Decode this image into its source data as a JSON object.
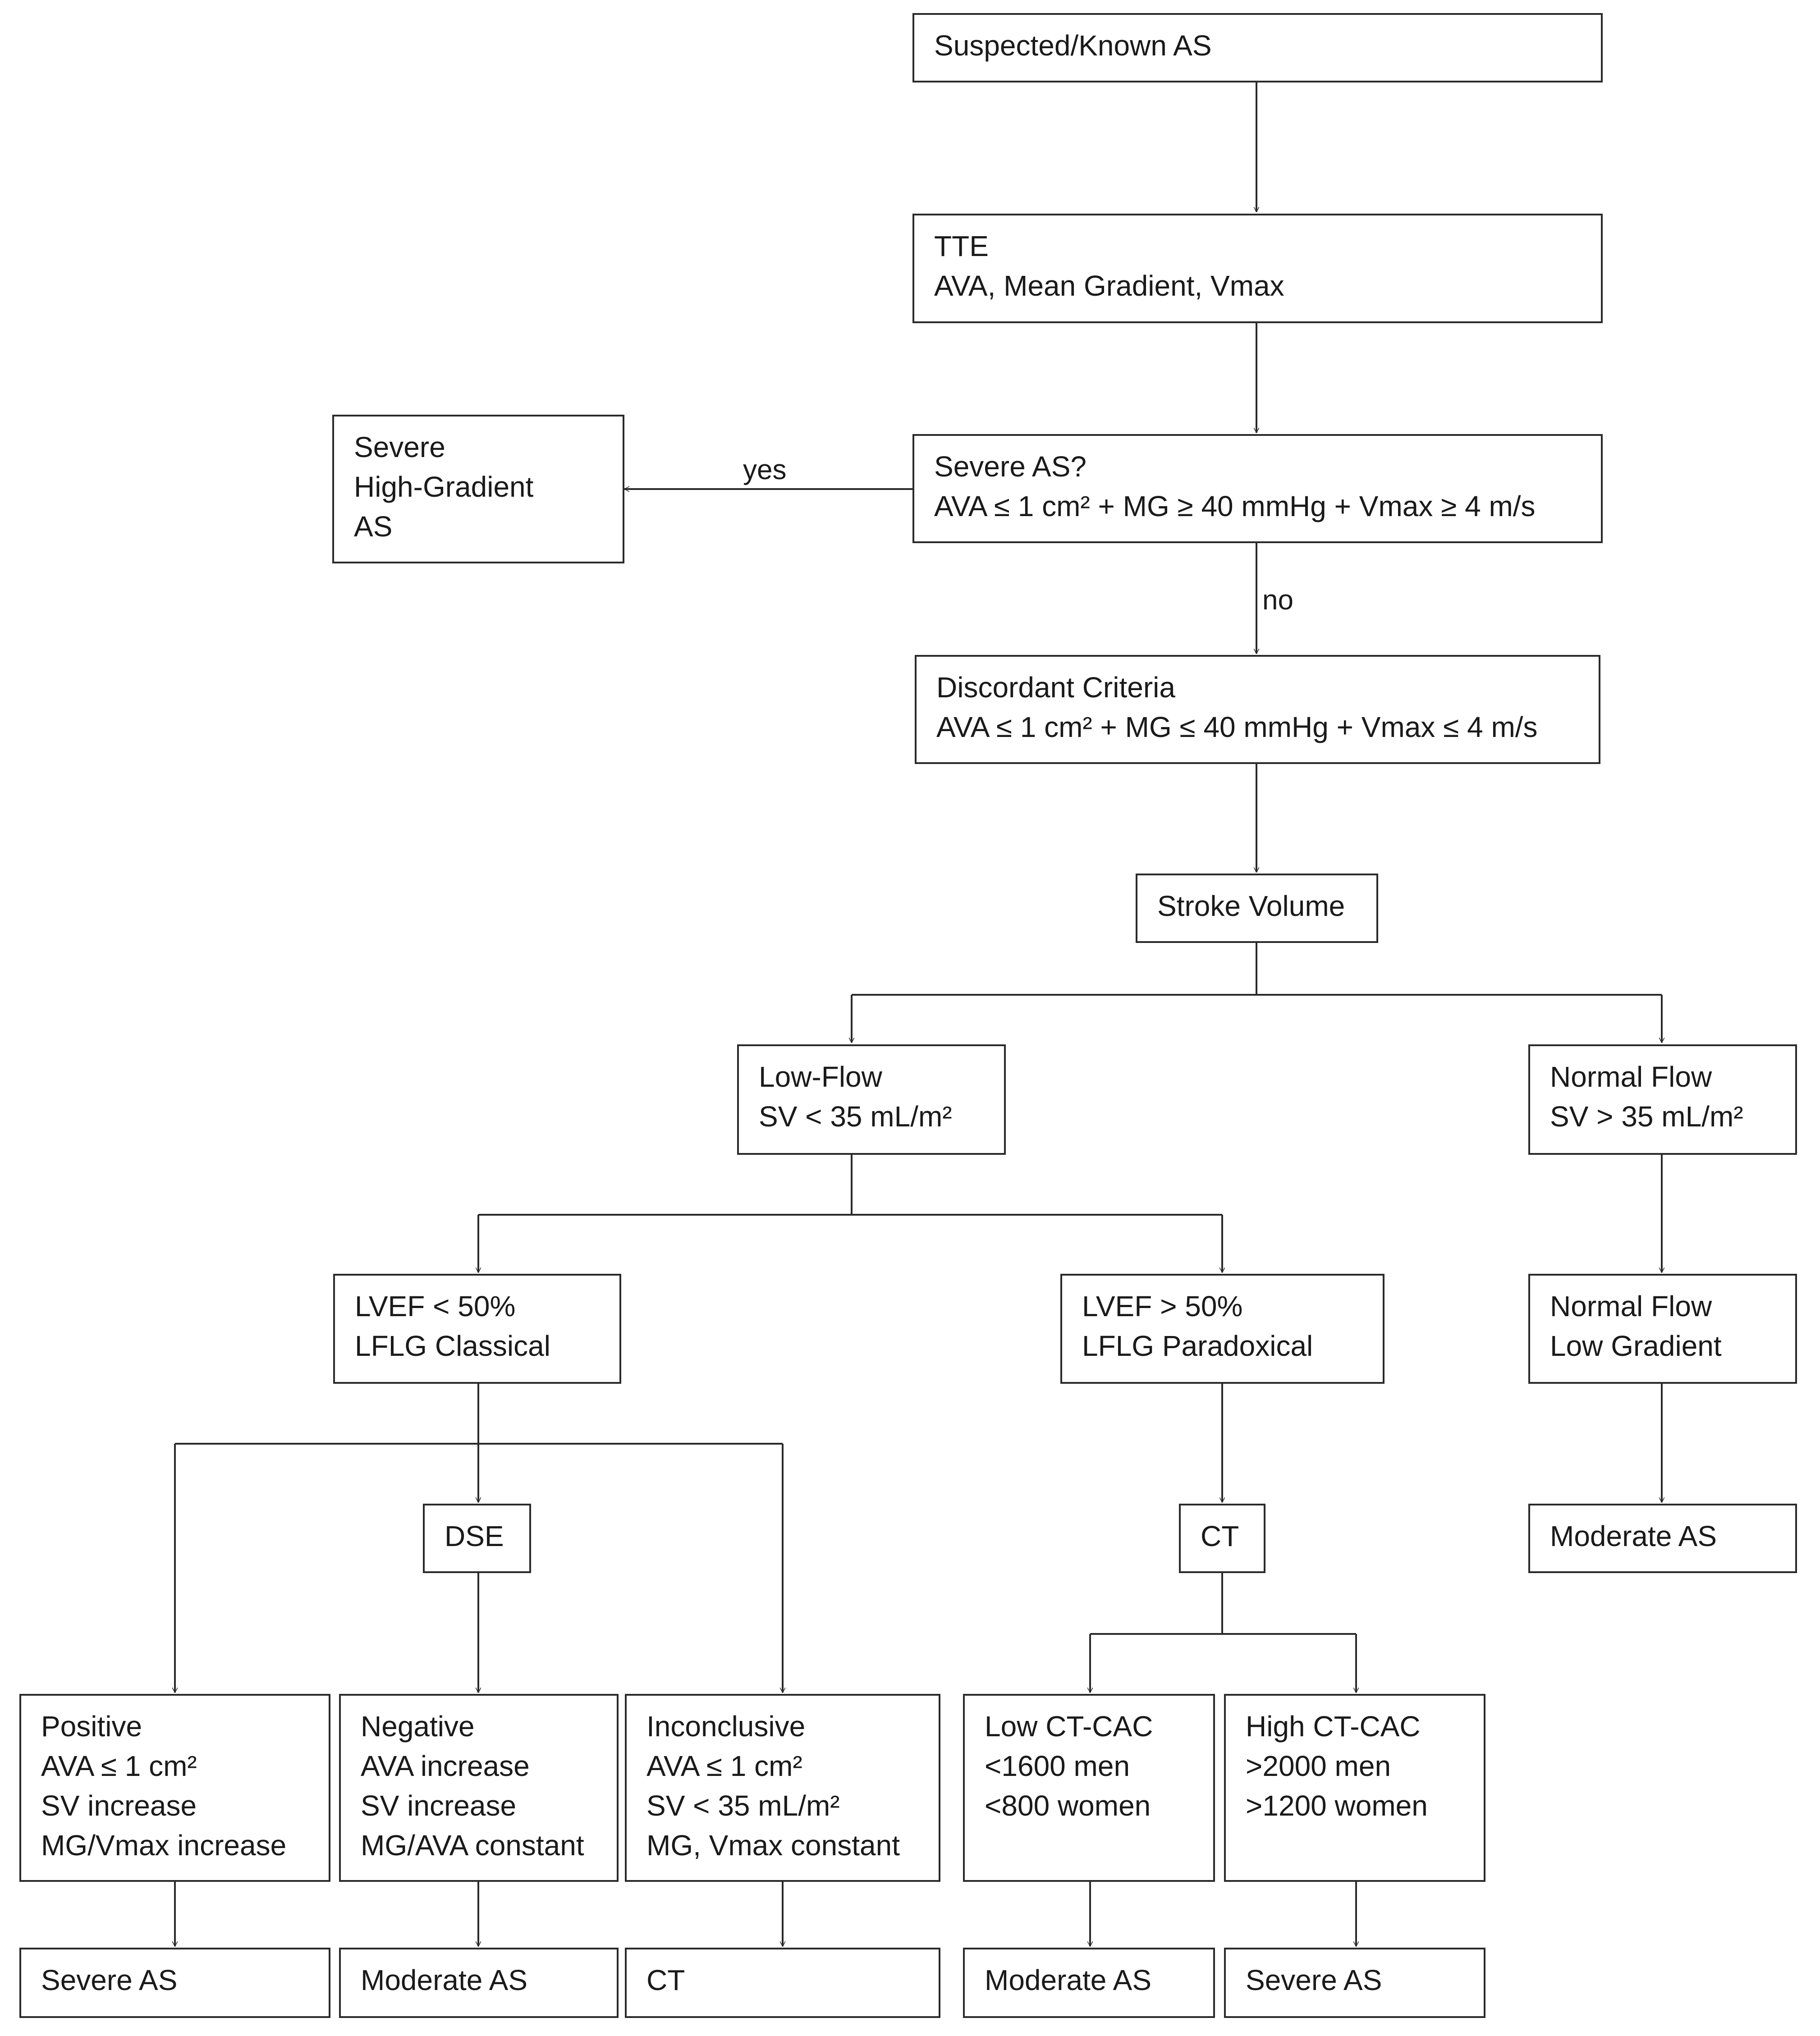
{
  "nodes": {
    "suspected": {
      "lines": [
        "Suspected/Known AS"
      ]
    },
    "tte": {
      "lines": [
        "TTE",
        "AVA, Mean Gradient, Vmax"
      ]
    },
    "severe_q": {
      "lines": [
        "Severe AS?",
        "AVA ≤ 1 cm² + MG ≥ 40 mmHg + Vmax ≥ 4 m/s"
      ]
    },
    "severe_hg": {
      "lines": [
        "Severe",
        "High-Gradient",
        "AS"
      ]
    },
    "discordant": {
      "lines": [
        "Discordant Criteria",
        "AVA ≤ 1 cm² + MG ≤ 40 mmHg + Vmax ≤ 4 m/s"
      ]
    },
    "stroke": {
      "lines": [
        "Stroke Volume"
      ]
    },
    "lowflow": {
      "lines": [
        "Low-Flow",
        "SV < 35 mL/m²"
      ]
    },
    "normalflow": {
      "lines": [
        "Normal Flow",
        "SV > 35 mL/m²"
      ]
    },
    "lvef_low": {
      "lines": [
        "LVEF < 50%",
        "LFLG Classical"
      ]
    },
    "lvef_high": {
      "lines": [
        "LVEF > 50%",
        "LFLG Paradoxical"
      ]
    },
    "nflg": {
      "lines": [
        "Normal Flow",
        "Low Gradient"
      ]
    },
    "dse": {
      "lines": [
        "DSE"
      ]
    },
    "ct_mid": {
      "lines": [
        "CT"
      ]
    },
    "moderate_right": {
      "lines": [
        "Moderate AS"
      ]
    },
    "positive": {
      "lines": [
        "Positive",
        "AVA ≤ 1 cm²",
        "SV increase",
        "MG/Vmax increase"
      ]
    },
    "negative": {
      "lines": [
        "Negative",
        "AVA increase",
        "SV increase",
        "MG/AVA constant"
      ]
    },
    "inconclusive": {
      "lines": [
        "Inconclusive",
        "AVA ≤ 1 cm²",
        "SV < 35 mL/m²",
        "MG, Vmax constant"
      ]
    },
    "low_cac": {
      "lines": [
        "Low CT-CAC",
        "<1600 men",
        "<800 women"
      ]
    },
    "high_cac": {
      "lines": [
        "High CT-CAC",
        ">2000 men",
        ">1200 women"
      ]
    },
    "severe_pos": {
      "lines": [
        "Severe AS"
      ]
    },
    "moderate_neg": {
      "lines": [
        "Moderate AS"
      ]
    },
    "ct_incon": {
      "lines": [
        "CT"
      ]
    },
    "moderate_cac": {
      "lines": [
        "Moderate AS"
      ]
    },
    "severe_cac": {
      "lines": [
        "Severe AS"
      ]
    }
  },
  "edge_labels": {
    "yes": "yes",
    "no": "no"
  }
}
